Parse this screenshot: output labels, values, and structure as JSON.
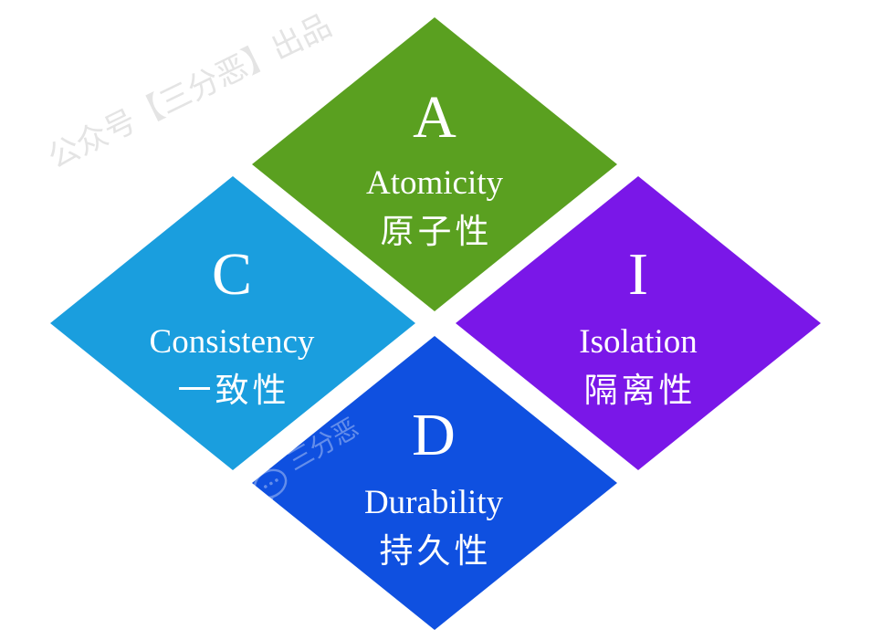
{
  "watermark": {
    "top_left": "公众号【三分恶】出品",
    "center": "三分恶"
  },
  "properties": [
    {
      "key": "atomicity",
      "letter": "A",
      "english": "Atomicity",
      "chinese": "原子性",
      "color": "#5aa020"
    },
    {
      "key": "consistency",
      "letter": "C",
      "english": "Consistency",
      "chinese": "一致性",
      "color": "#1a9ede"
    },
    {
      "key": "isolation",
      "letter": "I",
      "english": "Isolation",
      "chinese": "隔离性",
      "color": "#7a17e8"
    },
    {
      "key": "durability",
      "letter": "D",
      "english": "Durability",
      "chinese": "持久性",
      "color": "#0f50e0"
    }
  ]
}
